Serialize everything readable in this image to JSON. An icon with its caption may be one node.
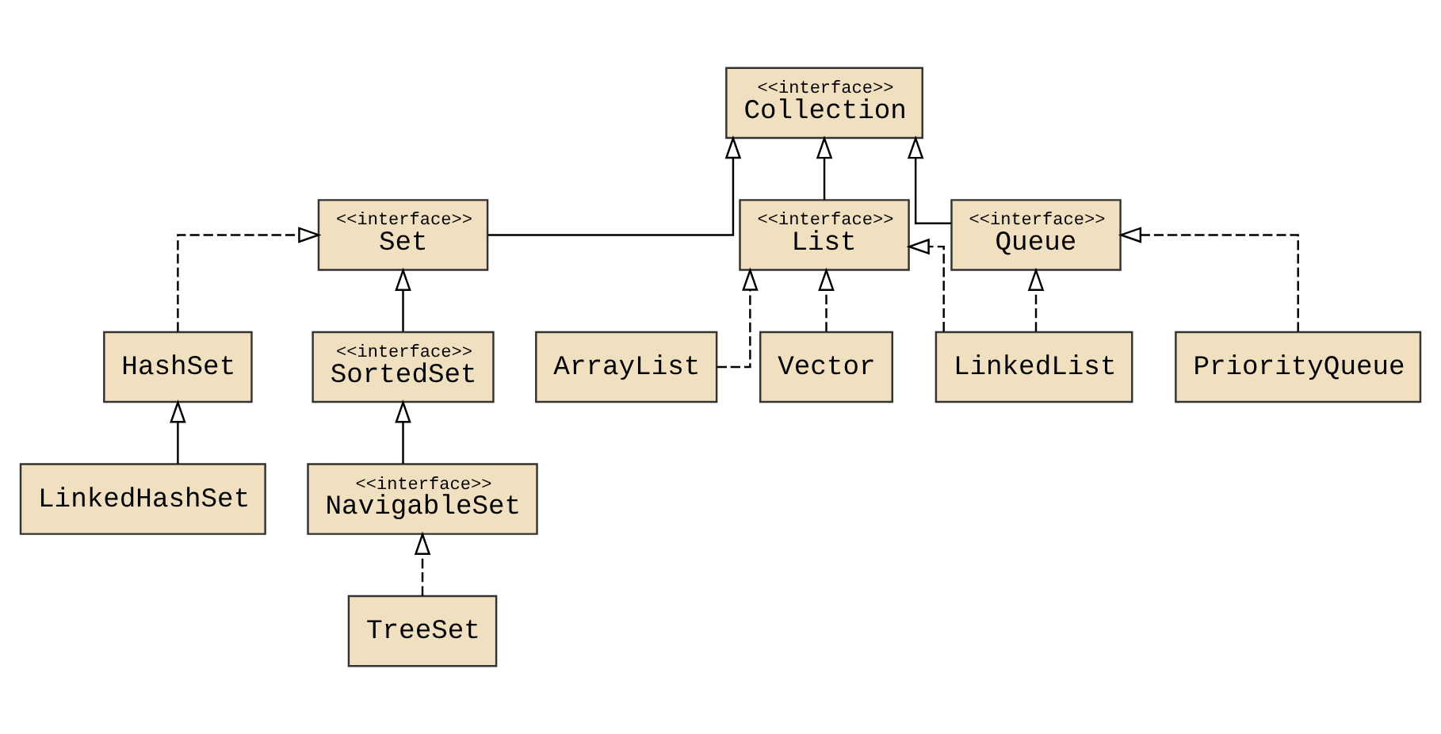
{
  "diagram": {
    "nodes": [
      {
        "text": [
          "<<interface>>",
          "Collection"
        ]
      },
      {
        "text": [
          "<<interface>>",
          "Set"
        ]
      },
      {
        "text": [
          "<<interface>>",
          "List"
        ]
      },
      {
        "text": [
          "<<interface>>",
          "Queue"
        ]
      },
      {
        "text": [
          "HashSet"
        ]
      },
      {
        "text": [
          "<<interface>>",
          "SortedSet"
        ]
      },
      {
        "text": [
          "LinkedHashSet"
        ]
      },
      {
        "text": [
          "<<interface>>",
          "NavigableSet"
        ]
      },
      {
        "text": [
          "TreeSet"
        ]
      },
      {
        "text": [
          "ArrayList"
        ]
      },
      {
        "text": [
          "Vector"
        ]
      },
      {
        "text": [
          "LinkedList"
        ]
      },
      {
        "text": [
          "PriorityQueue"
        ]
      }
    ],
    "edges": [
      {
        "from": 1,
        "to": 0,
        "arrow": "to"
      },
      {
        "from": 2,
        "to": 0,
        "arrow": "to"
      },
      {
        "from": 3,
        "to": 0,
        "arrow": "to"
      },
      {
        "from": 4,
        "to": 1,
        "arrow": "to",
        "style": "dashed"
      },
      {
        "from": 5,
        "to": 1,
        "arrow": "to"
      },
      {
        "from": 6,
        "to": 4,
        "arrow": "to"
      },
      {
        "from": 7,
        "to": 5,
        "arrow": "to"
      },
      {
        "from": 8,
        "to": 7,
        "arrow": "to",
        "style": "dashed"
      },
      {
        "from": 9,
        "to": 2,
        "arrow": "to",
        "style": "dashed"
      },
      {
        "from": 10,
        "to": 2,
        "arrow": "to",
        "style": "dashed"
      },
      {
        "from": 11,
        "to": 2,
        "arrow": "to",
        "style": "dashed"
      },
      {
        "from": 11,
        "to": 3,
        "arrow": "to",
        "style": "dashed"
      },
      {
        "from": 12,
        "to": 3,
        "arrow": "to",
        "style": "dashed"
      }
    ]
  }
}
